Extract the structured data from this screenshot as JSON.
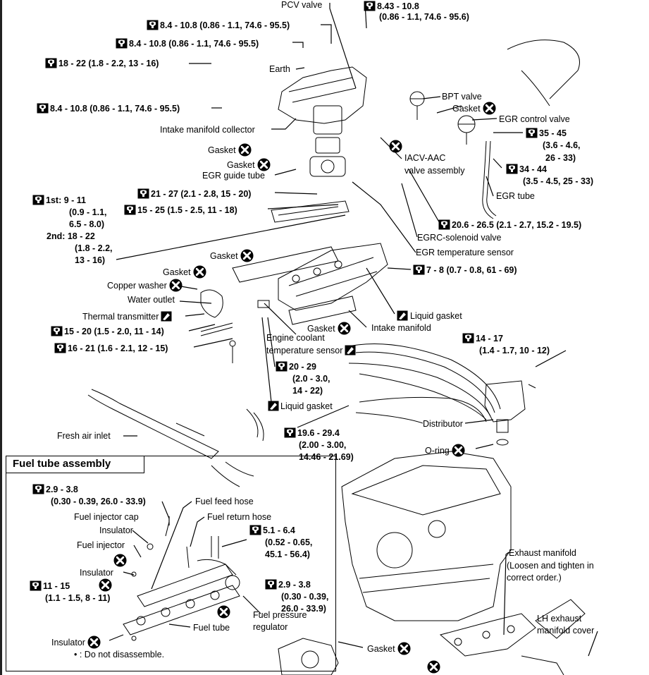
{
  "labels": {
    "pcv_valve": "PCV valve",
    "torque_top_right": "8.43 - 10.8",
    "torque_top_right_2": "(0.86 - 1.1, 74.6 - 95.6)",
    "torque_a": "8.4 - 10.8 (0.86 - 1.1, 74.6 - 95.5)",
    "torque_b": "8.4 - 10.8 (0.86 - 1.1, 74.6 - 95.5)",
    "torque_c": "18 - 22 (1.8 - 2.2, 13 - 16)",
    "earth": "Earth",
    "torque_d": "8.4 - 10.8 (0.86 - 1.1, 74.6 - 95.5)",
    "bpt_valve": "BPT valve",
    "gasket_1": "Gasket",
    "egr_control_valve": "EGR control valve",
    "intake_manifold_collector": "Intake manifold collector",
    "torque_e_1": "35 - 45",
    "torque_e_2": "(3.6 - 4.6,",
    "torque_e_3": "26 - 33)",
    "gasket_2": "Gasket",
    "gasket_3": "Gasket",
    "iacv_1": "IACV-AAC",
    "iacv_2": "valve assembly",
    "egr_guide_tube": "EGR guide tube",
    "torque_f_1": "34 - 44",
    "torque_f_2": "(3.5 - 4.5, 25 - 33)",
    "egr_tube": "EGR tube",
    "torque_g": "21 - 27 (2.1 - 2.8, 15 - 20)",
    "torque_h": "15 - 25 (1.5 - 2.5, 11 - 18)",
    "first_1": "1st:  9 - 11",
    "first_2": "(0.9 - 1.1,",
    "first_3": "6.5 - 8.0)",
    "second_1": "2nd:  18 - 22",
    "second_2": "(1.8 - 2.2,",
    "second_3": "13 - 16)",
    "torque_i": "20.6 - 26.5 (2.1 - 2.7, 15.2 - 19.5)",
    "egrc_solenoid": "EGRC-solenoid valve",
    "egr_temp_sensor": "EGR temperature sensor",
    "gasket_4": "Gasket",
    "gasket_5": "Gasket",
    "torque_j": "7 - 8 (0.7 - 0.8, 61 - 69)",
    "copper_washer": "Copper washer",
    "water_outlet": "Water outlet",
    "thermal_transmitter": "Thermal transmitter",
    "liquid_gasket_1": "Liquid gasket",
    "gasket_6": "Gasket",
    "intake_manifold": "Intake manifold",
    "torque_k": "15 - 20 (1.5 - 2.0, 11 - 14)",
    "torque_l": "16 - 21 (1.6 - 2.1, 12 - 15)",
    "coolant_1": "Engine coolant",
    "coolant_2": "temperature sensor",
    "torque_m_1": "14 - 17",
    "torque_m_2": "(1.4 - 1.7, 10 - 12)",
    "torque_n_1": "20 - 29",
    "torque_n_2": "(2.0 - 3.0,",
    "torque_n_3": "14 - 22)",
    "liquid_gasket_2": "Liquid gasket",
    "distributor": "Distributor",
    "fresh_air_inlet": "Fresh air inlet",
    "torque_o_1": "19.6 - 29.4",
    "torque_o_2": "(2.00 - 3.00,",
    "torque_o_3": "14.46 - 21.69)",
    "o_ring": "O-ring",
    "fuel_tube_assembly": "Fuel tube assembly",
    "torque_p_1": "2.9 - 3.8",
    "torque_p_2": "(0.30 - 0.39, 26.0 - 33.9)",
    "fuel_feed_hose": "Fuel feed hose",
    "fuel_injector_cap": "Fuel injector cap",
    "fuel_return_hose": "Fuel return hose",
    "insulator_1": "Insulator",
    "torque_q_1": "5.1 - 6.4",
    "torque_q_2": "(0.52 - 0.65,",
    "torque_q_3": "45.1 - 56.4)",
    "fuel_injector": "Fuel injector",
    "insulator_2": "Insulator",
    "torque_r_1": "11 - 15",
    "torque_r_2": "(1.1 - 1.5, 8 - 11)",
    "torque_s_1": "2.9 - 3.8",
    "torque_s_2": "(0.30 - 0.39,",
    "torque_s_3": "26.0 - 33.9)",
    "fuel_pressure_1": "Fuel pressure",
    "fuel_pressure_2": "regulator",
    "fuel_tube": "Fuel tube",
    "insulator_3": "Insulator",
    "do_not_disassemble": "• : Do not disassemble.",
    "exhaust_manifold_1": "Exhaust manifold",
    "exhaust_manifold_2": "(Loosen and tighten in",
    "exhaust_manifold_3": "correct order.)",
    "lh_exhaust_1": "LH exhaust",
    "lh_exhaust_2": "manifold cover",
    "gasket_7": "Gasket"
  },
  "icons": {
    "torque": "torque-wrench-icon",
    "replace": "replace-x-icon",
    "sealant": "liquid-gasket-icon"
  }
}
